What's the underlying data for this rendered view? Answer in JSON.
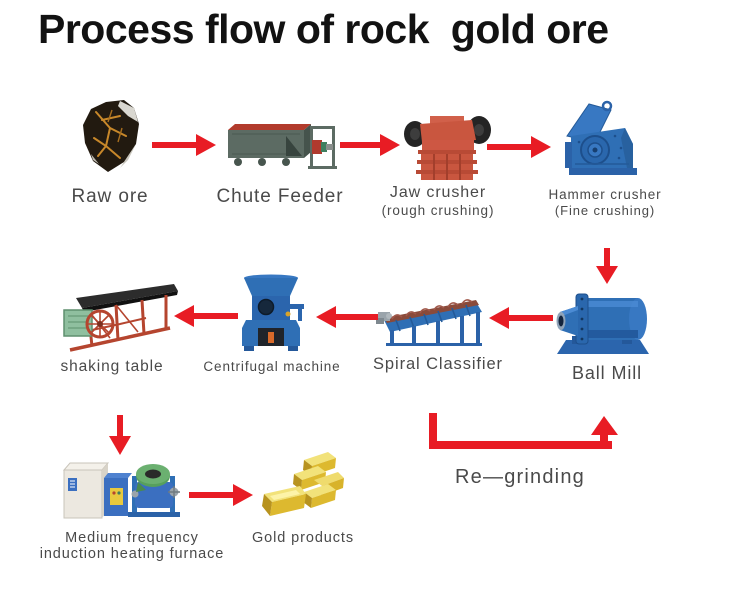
{
  "title": "Process flow of rock  gold ore",
  "colors": {
    "arrow": "#e81c24",
    "label": "#4a4a4a",
    "title": "#121212",
    "machine_blue": "#2f6fb5",
    "crusher_red": "#cd5743",
    "gold": "#ddb92f"
  },
  "nodes": {
    "raw_ore": {
      "label": "Raw ore"
    },
    "chute_feeder": {
      "label": "Chute Feeder"
    },
    "jaw_crusher": {
      "label": "Jaw crusher",
      "sublabel": "(rough crushing)"
    },
    "hammer_crusher": {
      "label": "Hammer crusher",
      "sublabel": "(Fine crushing)"
    },
    "ball_mill": {
      "label": "Ball Mill"
    },
    "spiral_classifier": {
      "label": "Spiral Classifier"
    },
    "centrifugal_machine": {
      "label": "Centrifugal machine"
    },
    "shaking_table": {
      "label": "shaking table"
    },
    "furnace": {
      "label_line1": "Medium frequency",
      "label_line2": "induction heating furnace"
    },
    "gold_products": {
      "label": "Gold products"
    }
  },
  "annotations": {
    "regrinding": "Re—grinding"
  },
  "flow_edges": [
    {
      "from": "raw_ore",
      "to": "chute_feeder",
      "direction": "right"
    },
    {
      "from": "chute_feeder",
      "to": "jaw_crusher",
      "direction": "right"
    },
    {
      "from": "jaw_crusher",
      "to": "hammer_crusher",
      "direction": "right"
    },
    {
      "from": "hammer_crusher",
      "to": "ball_mill",
      "direction": "down"
    },
    {
      "from": "ball_mill",
      "to": "spiral_classifier",
      "direction": "left"
    },
    {
      "from": "spiral_classifier",
      "to": "centrifugal_machine",
      "direction": "left"
    },
    {
      "from": "centrifugal_machine",
      "to": "shaking_table",
      "direction": "left"
    },
    {
      "from": "shaking_table",
      "to": "furnace",
      "direction": "down"
    },
    {
      "from": "furnace",
      "to": "gold_products",
      "direction": "right"
    },
    {
      "from": "spiral_classifier",
      "to": "ball_mill",
      "direction": "regrinding-loop"
    }
  ]
}
